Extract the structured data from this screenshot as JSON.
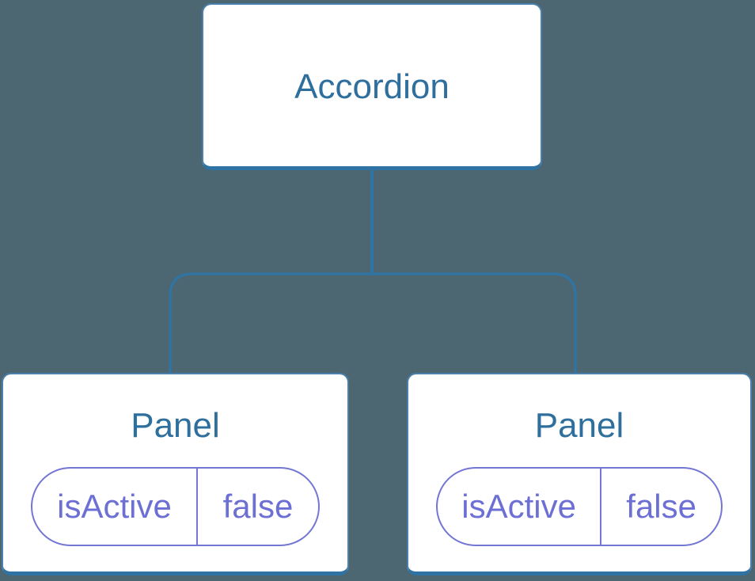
{
  "diagram": {
    "background_color": "#4c6771",
    "line_color": "#2e74a4",
    "node_background": "#ffffff",
    "node_title_color": "#2f6f9d",
    "state_color": "#6c6fd4",
    "root": {
      "label": "Accordion"
    },
    "children": [
      {
        "label": "Panel",
        "state": {
          "key": "isActive",
          "value": "false"
        }
      },
      {
        "label": "Panel",
        "state": {
          "key": "isActive",
          "value": "false"
        }
      }
    ]
  }
}
